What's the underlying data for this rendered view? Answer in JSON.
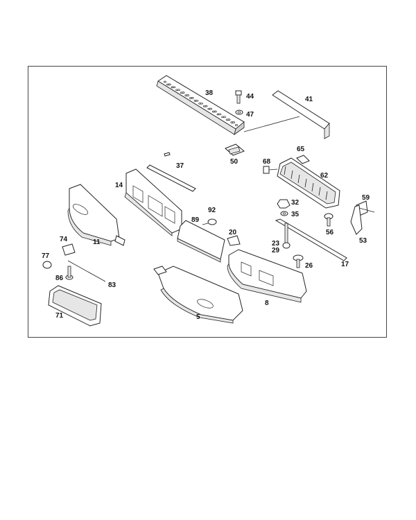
{
  "labels": {
    "p38": "38",
    "p44": "44",
    "p47": "47",
    "p41": "41",
    "p37": "37",
    "p50": "50",
    "p65": "65",
    "p68": "68",
    "p62": "62",
    "p14": "14",
    "p92": "92",
    "p89": "89",
    "p32": "32",
    "p35": "35",
    "p59": "59",
    "p56": "56",
    "p53": "53",
    "p20": "20",
    "p23": "23",
    "p29": "29",
    "p17": "17",
    "p26": "26",
    "p11": "11",
    "p74": "74",
    "p77": "77",
    "p86": "86",
    "p83": "83",
    "p71": "71",
    "p5": "5",
    "p8": "8"
  }
}
